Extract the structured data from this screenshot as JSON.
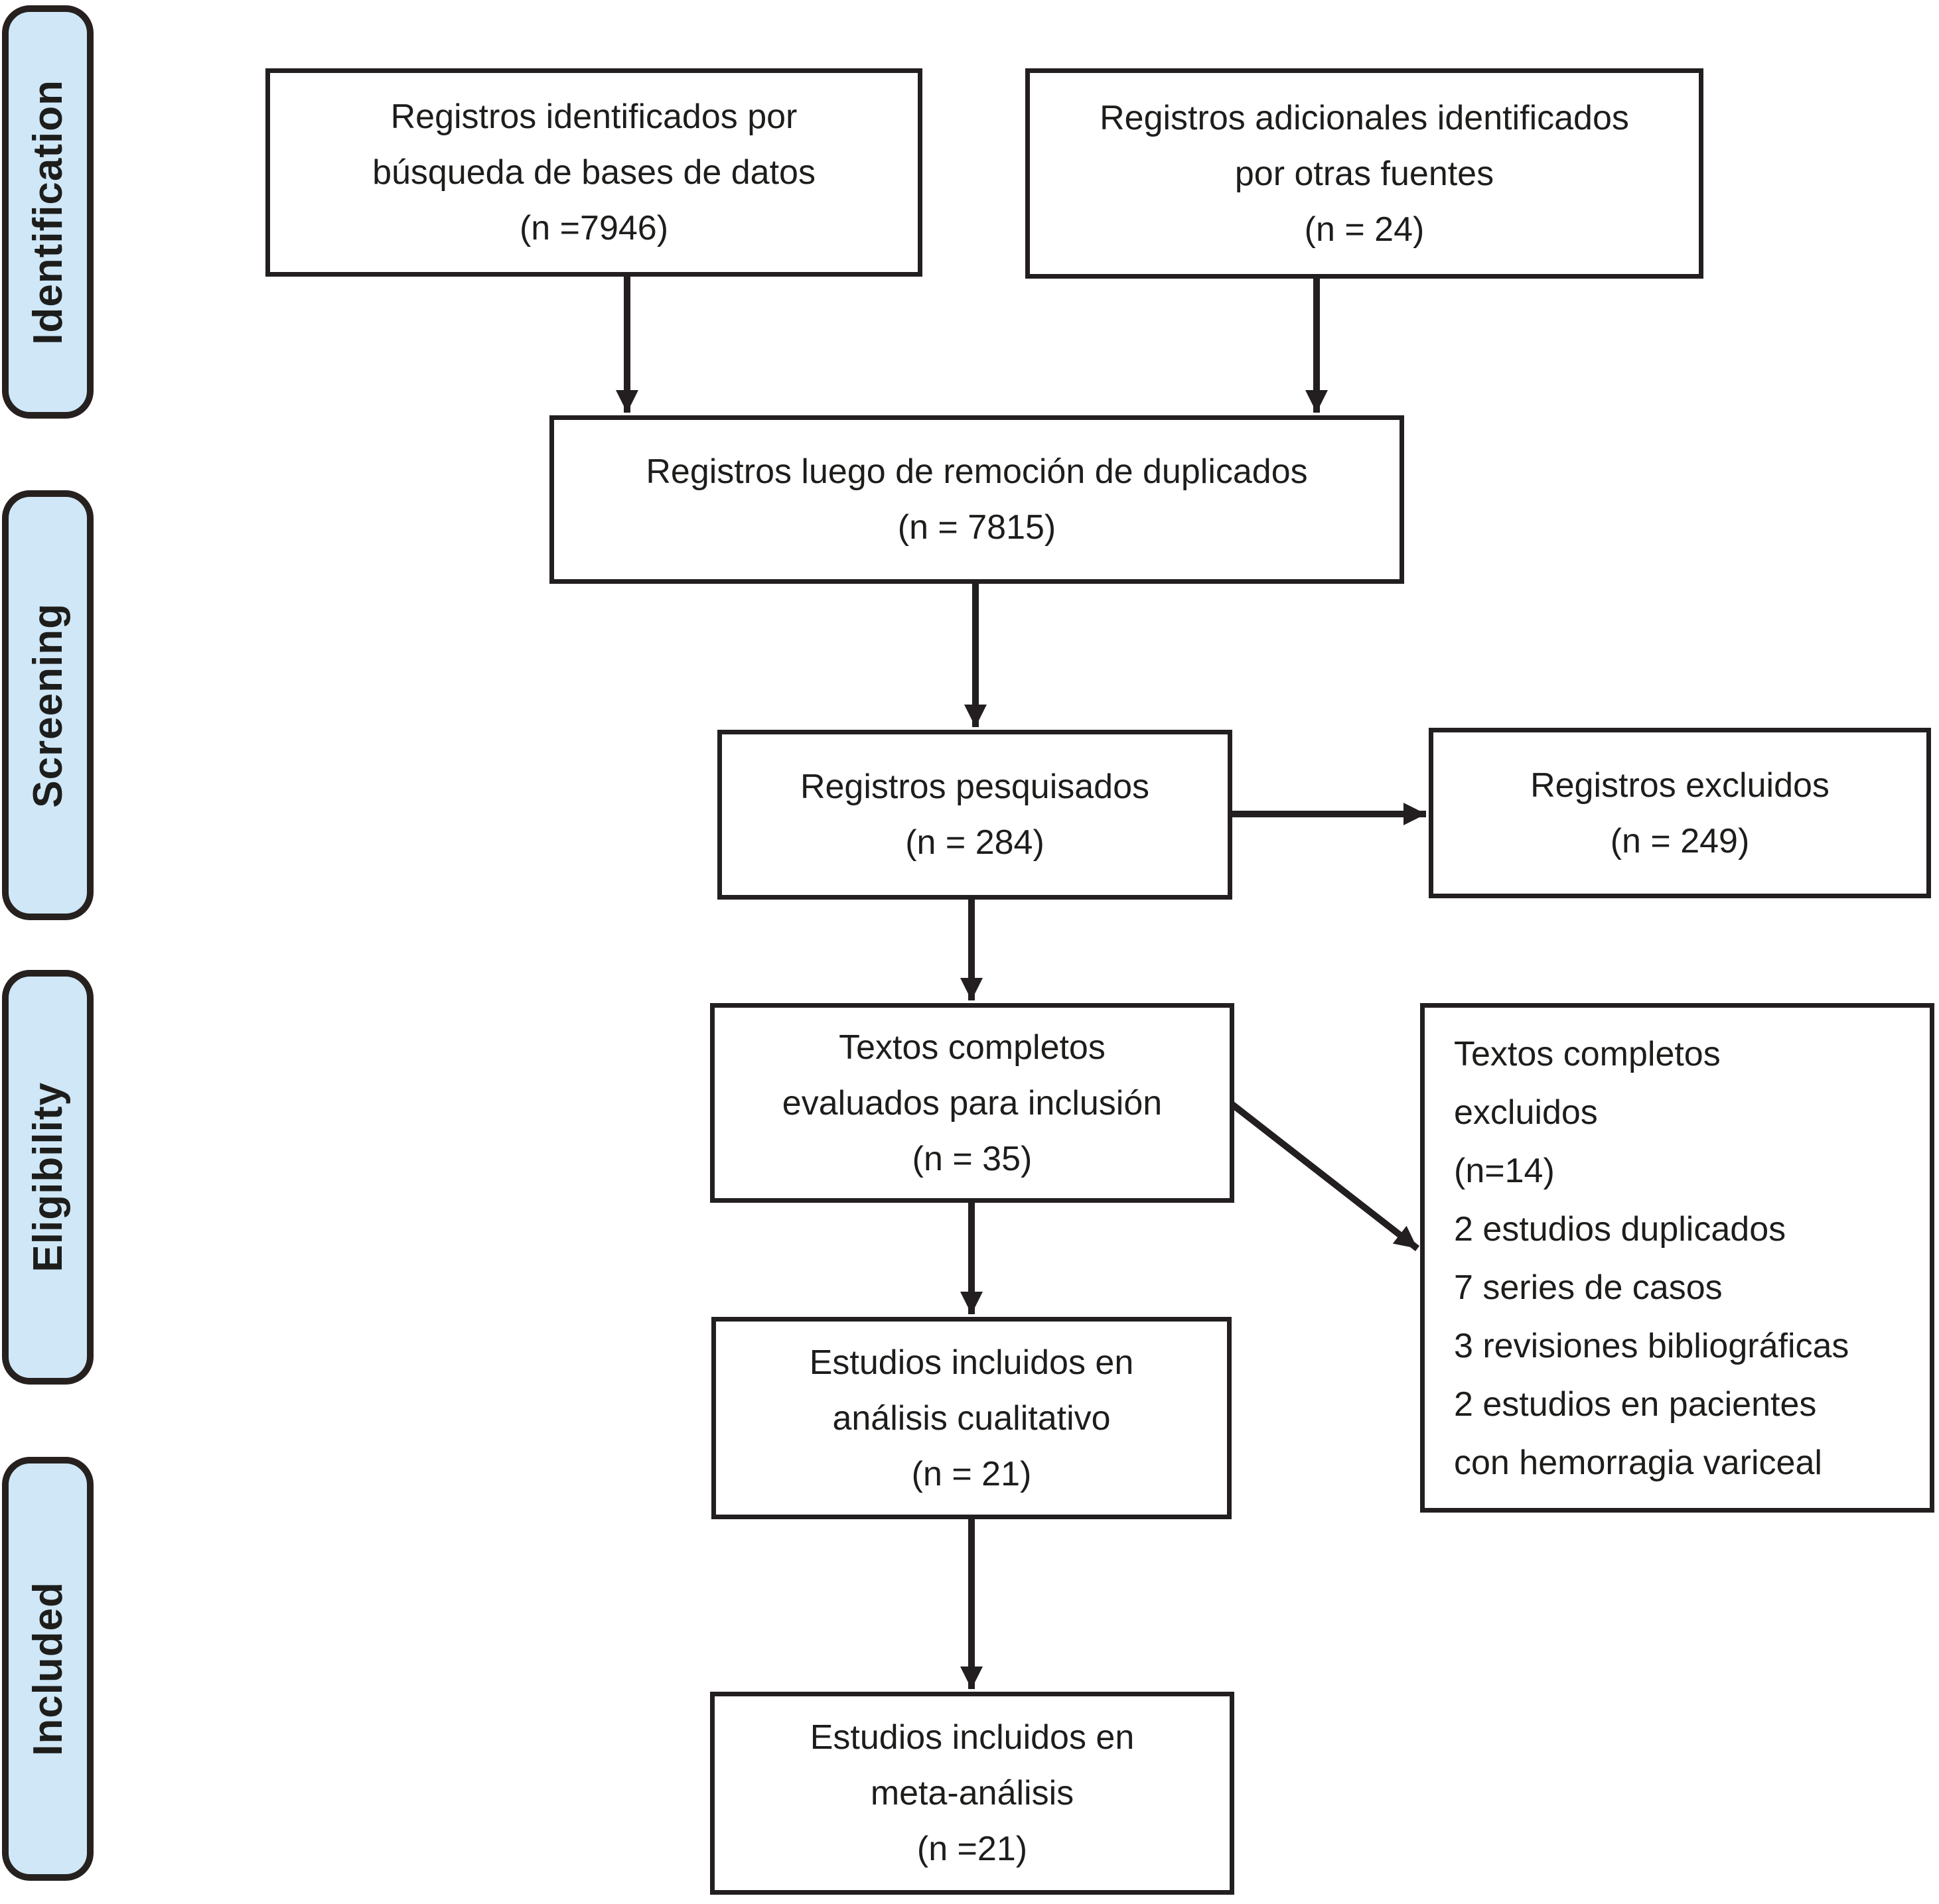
{
  "title": "PRISMA flow diagram (Spanish)",
  "colors": {
    "stage_fill": "#cfe7f7",
    "stage_border": "#26211f",
    "box_border": "#231f20",
    "arrow": "#231f20",
    "text": "#1d1d1b",
    "background": "#ffffff"
  },
  "stages": [
    {
      "label": "Identification"
    },
    {
      "label": "Screening"
    },
    {
      "label": "Eligibility"
    },
    {
      "label": "Included"
    }
  ],
  "boxes": {
    "identified": "Registros identificados por\nbúsqueda de bases de datos\n(n =7946)",
    "additional": "Registros adicionales identificados\npor otras fuentes\n(n = 24)",
    "deduplicated": "Registros luego de remoción de duplicados\n(n = 7815)",
    "screened": "Registros pesquisados\n(n = 284)",
    "excluded": "Registros excluidos\n(n = 249)",
    "fulltext": "Textos completos\nevaluados para inclusión\n(n = 35)",
    "fulltext_excluded": "Textos completos\nexcluidos\n(n=14)\n2 estudios duplicados\n7 series de casos\n3 revisiones bibliográficas\n2 estudios en pacientes\ncon hemorragia variceal",
    "qualitative": "Estudios incluidos en\nanálisis cualitativo\n(n = 21)",
    "meta": "Estudios incluidos en\nmeta-análisis\n(n =21)"
  }
}
